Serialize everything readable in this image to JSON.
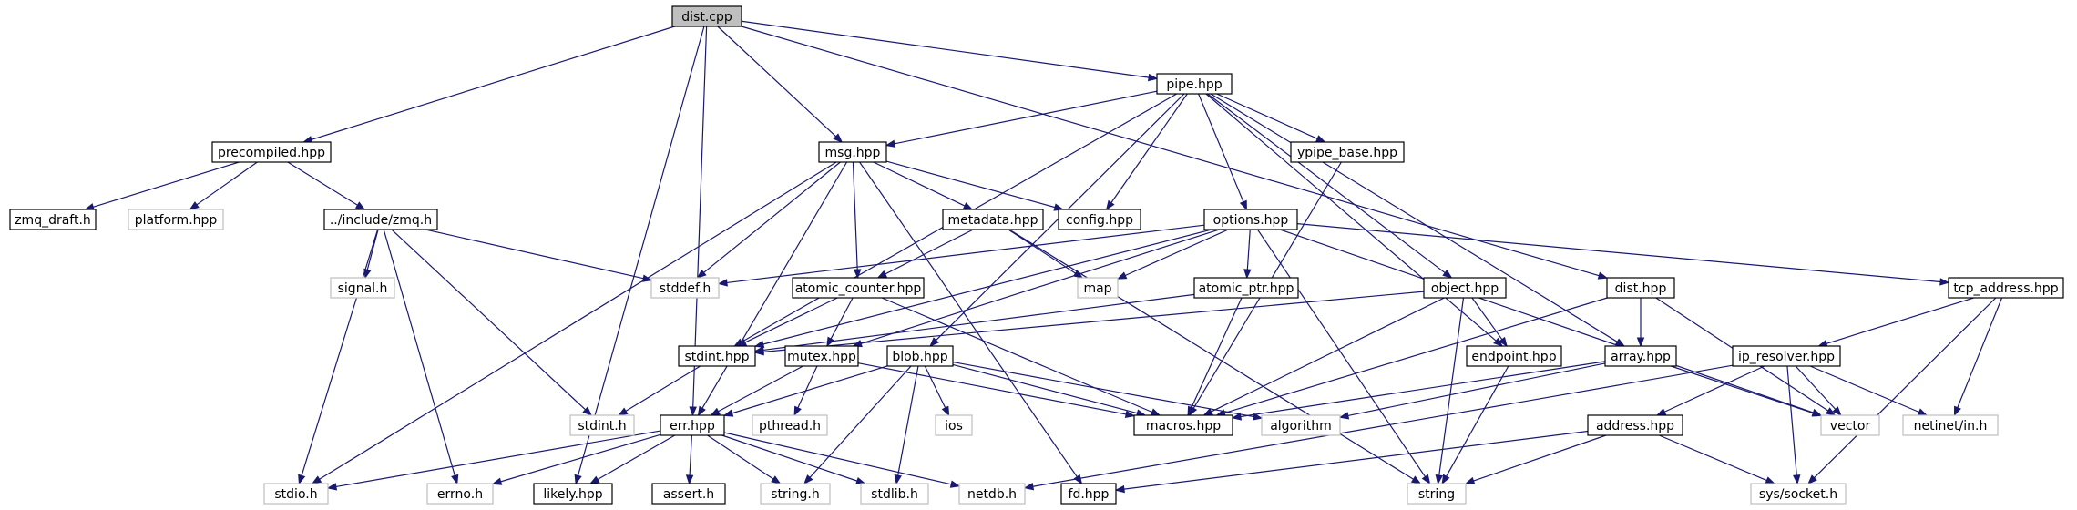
{
  "diagram": {
    "type": "include-dependency-graph",
    "colors": {
      "edge": "#191970",
      "root_fill": "#bfbfbf",
      "file_border": "#000000",
      "system_border": "#bfbfbf"
    },
    "nodes": [
      {
        "id": "dist_cpp",
        "label": "dist.cpp",
        "kind": "root"
      },
      {
        "id": "pipe_hpp",
        "label": "pipe.hpp",
        "kind": "file"
      },
      {
        "id": "precompiled_hpp",
        "label": "precompiled.hpp",
        "kind": "file"
      },
      {
        "id": "msg_hpp",
        "label": "msg.hpp",
        "kind": "file"
      },
      {
        "id": "ypipe_base_hpp",
        "label": "ypipe_base.hpp",
        "kind": "file"
      },
      {
        "id": "zmq_draft_h",
        "label": "zmq_draft.h",
        "kind": "file"
      },
      {
        "id": "platform_hpp",
        "label": "platform.hpp",
        "kind": "system"
      },
      {
        "id": "zmq_h",
        "label": "../include/zmq.h",
        "kind": "file"
      },
      {
        "id": "metadata_hpp",
        "label": "metadata.hpp",
        "kind": "file"
      },
      {
        "id": "config_hpp",
        "label": "config.hpp",
        "kind": "file"
      },
      {
        "id": "options_hpp",
        "label": "options.hpp",
        "kind": "file"
      },
      {
        "id": "signal_h",
        "label": "signal.h",
        "kind": "system"
      },
      {
        "id": "stddef_h",
        "label": "stddef.h",
        "kind": "system"
      },
      {
        "id": "atomic_counter_hpp",
        "label": "atomic_counter.hpp",
        "kind": "file"
      },
      {
        "id": "map",
        "label": "map",
        "kind": "system"
      },
      {
        "id": "atomic_ptr_hpp",
        "label": "atomic_ptr.hpp",
        "kind": "file"
      },
      {
        "id": "object_hpp",
        "label": "object.hpp",
        "kind": "file"
      },
      {
        "id": "dist_hpp",
        "label": "dist.hpp",
        "kind": "file"
      },
      {
        "id": "tcp_address_hpp",
        "label": "tcp_address.hpp",
        "kind": "file"
      },
      {
        "id": "stdint_hpp",
        "label": "stdint.hpp",
        "kind": "file"
      },
      {
        "id": "mutex_hpp",
        "label": "mutex.hpp",
        "kind": "file"
      },
      {
        "id": "blob_hpp",
        "label": "blob.hpp",
        "kind": "file"
      },
      {
        "id": "endpoint_hpp",
        "label": "endpoint.hpp",
        "kind": "file"
      },
      {
        "id": "array_hpp",
        "label": "array.hpp",
        "kind": "file"
      },
      {
        "id": "ip_resolver_hpp",
        "label": "ip_resolver.hpp",
        "kind": "file"
      },
      {
        "id": "stdint_h",
        "label": "stdint.h",
        "kind": "system"
      },
      {
        "id": "err_hpp",
        "label": "err.hpp",
        "kind": "file"
      },
      {
        "id": "pthread_h",
        "label": "pthread.h",
        "kind": "system"
      },
      {
        "id": "ios",
        "label": "ios",
        "kind": "system"
      },
      {
        "id": "macros_hpp",
        "label": "macros.hpp",
        "kind": "file"
      },
      {
        "id": "algorithm",
        "label": "algorithm",
        "kind": "system"
      },
      {
        "id": "vector",
        "label": "vector",
        "kind": "system"
      },
      {
        "id": "netinet_in_h",
        "label": "netinet/in.h",
        "kind": "system"
      },
      {
        "id": "address_hpp",
        "label": "address.hpp",
        "kind": "file"
      },
      {
        "id": "stdio_h",
        "label": "stdio.h",
        "kind": "system"
      },
      {
        "id": "errno_h",
        "label": "errno.h",
        "kind": "system"
      },
      {
        "id": "likely_hpp",
        "label": "likely.hpp",
        "kind": "file"
      },
      {
        "id": "assert_h",
        "label": "assert.h",
        "kind": "file"
      },
      {
        "id": "string_h",
        "label": "string.h",
        "kind": "system"
      },
      {
        "id": "stdlib_h",
        "label": "stdlib.h",
        "kind": "system"
      },
      {
        "id": "netdb_h",
        "label": "netdb.h",
        "kind": "system"
      },
      {
        "id": "fd_hpp",
        "label": "fd.hpp",
        "kind": "file"
      },
      {
        "id": "string",
        "label": "string",
        "kind": "system"
      },
      {
        "id": "sys_socket_h",
        "label": "sys/socket.h",
        "kind": "system"
      }
    ],
    "edges": [
      [
        "dist_cpp",
        "pipe_hpp"
      ],
      [
        "dist_cpp",
        "precompiled_hpp"
      ],
      [
        "dist_cpp",
        "msg_hpp"
      ],
      [
        "dist_cpp",
        "err_hpp"
      ],
      [
        "dist_cpp",
        "likely_hpp"
      ],
      [
        "dist_cpp",
        "dist_hpp"
      ],
      [
        "precompiled_hpp",
        "zmq_draft_h"
      ],
      [
        "precompiled_hpp",
        "platform_hpp"
      ],
      [
        "precompiled_hpp",
        "zmq_h"
      ],
      [
        "pipe_hpp",
        "msg_hpp"
      ],
      [
        "pipe_hpp",
        "ypipe_base_hpp"
      ],
      [
        "pipe_hpp",
        "config_hpp"
      ],
      [
        "pipe_hpp",
        "options_hpp"
      ],
      [
        "pipe_hpp",
        "object_hpp"
      ],
      [
        "pipe_hpp",
        "stdint_hpp"
      ],
      [
        "pipe_hpp",
        "blob_hpp"
      ],
      [
        "pipe_hpp",
        "endpoint_hpp"
      ],
      [
        "pipe_hpp",
        "array_hpp"
      ],
      [
        "msg_hpp",
        "config_hpp"
      ],
      [
        "msg_hpp",
        "metadata_hpp"
      ],
      [
        "msg_hpp",
        "atomic_counter_hpp"
      ],
      [
        "msg_hpp",
        "stddef_h"
      ],
      [
        "msg_hpp",
        "stdio_h"
      ],
      [
        "msg_hpp",
        "err_hpp"
      ],
      [
        "msg_hpp",
        "fd_hpp"
      ],
      [
        "ypipe_base_hpp",
        "macros_hpp"
      ],
      [
        "zmq_h",
        "stddef_h"
      ],
      [
        "zmq_h",
        "signal_h"
      ],
      [
        "zmq_h",
        "stdio_h"
      ],
      [
        "zmq_h",
        "errno_h"
      ],
      [
        "zmq_h",
        "stdint_h"
      ],
      [
        "metadata_hpp",
        "map"
      ],
      [
        "metadata_hpp",
        "string"
      ],
      [
        "metadata_hpp",
        "atomic_counter_hpp"
      ],
      [
        "options_hpp",
        "stddef_h"
      ],
      [
        "options_hpp",
        "map"
      ],
      [
        "options_hpp",
        "atomic_ptr_hpp"
      ],
      [
        "options_hpp",
        "stdint_hpp"
      ],
      [
        "options_hpp",
        "tcp_address_hpp"
      ],
      [
        "options_hpp",
        "string"
      ],
      [
        "options_hpp",
        "vector"
      ],
      [
        "options_hpp",
        "mutex_hpp"
      ],
      [
        "atomic_counter_hpp",
        "stdint_hpp"
      ],
      [
        "atomic_counter_hpp",
        "mutex_hpp"
      ],
      [
        "atomic_counter_hpp",
        "macros_hpp"
      ],
      [
        "atomic_ptr_hpp",
        "macros_hpp"
      ],
      [
        "atomic_ptr_hpp",
        "stdint_hpp"
      ],
      [
        "object_hpp",
        "stdint_hpp"
      ],
      [
        "object_hpp",
        "endpoint_hpp"
      ],
      [
        "object_hpp",
        "macros_hpp"
      ],
      [
        "object_hpp",
        "string"
      ],
      [
        "dist_hpp",
        "array_hpp"
      ],
      [
        "dist_hpp",
        "vector"
      ],
      [
        "dist_hpp",
        "macros_hpp"
      ],
      [
        "tcp_address_hpp",
        "ip_resolver_hpp"
      ],
      [
        "tcp_address_hpp",
        "netinet_in_h"
      ],
      [
        "tcp_address_hpp",
        "sys_socket_h"
      ],
      [
        "stdint_hpp",
        "stdint_h"
      ],
      [
        "mutex_hpp",
        "err_hpp"
      ],
      [
        "mutex_hpp",
        "pthread_h"
      ],
      [
        "mutex_hpp",
        "macros_hpp"
      ],
      [
        "blob_hpp",
        "err_hpp"
      ],
      [
        "blob_hpp",
        "macros_hpp"
      ],
      [
        "blob_hpp",
        "ios"
      ],
      [
        "blob_hpp",
        "stdlib_h"
      ],
      [
        "blob_hpp",
        "string_h"
      ],
      [
        "blob_hpp",
        "algorithm"
      ],
      [
        "endpoint_hpp",
        "string"
      ],
      [
        "array_hpp",
        "vector"
      ],
      [
        "array_hpp",
        "algorithm"
      ],
      [
        "array_hpp",
        "macros_hpp"
      ],
      [
        "ip_resolver_hpp",
        "address_hpp"
      ],
      [
        "ip_resolver_hpp",
        "netinet_in_h"
      ],
      [
        "ip_resolver_hpp",
        "sys_socket_h"
      ],
      [
        "ip_resolver_hpp",
        "vector"
      ],
      [
        "ip_resolver_hpp",
        "netdb_h"
      ],
      [
        "err_hpp",
        "stdio_h"
      ],
      [
        "err_hpp",
        "errno_h"
      ],
      [
        "err_hpp",
        "likely_hpp"
      ],
      [
        "err_hpp",
        "assert_h"
      ],
      [
        "err_hpp",
        "string_h"
      ],
      [
        "err_hpp",
        "stdlib_h"
      ],
      [
        "err_hpp",
        "netdb_h"
      ],
      [
        "address_hpp",
        "string"
      ],
      [
        "address_hpp",
        "sys_socket_h"
      ],
      [
        "address_hpp",
        "fd_hpp"
      ]
    ]
  }
}
